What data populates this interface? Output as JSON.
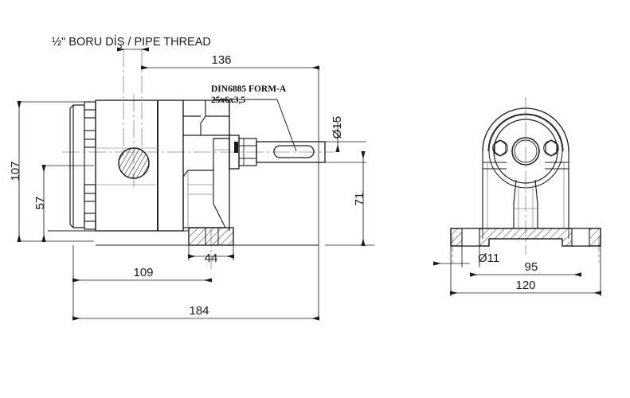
{
  "drawing": {
    "title": "Hydraulic gear pump dimensioned technical drawing",
    "line_color": "#1a1a1a",
    "hatch_color": "#1a1a1a",
    "center_line_color": "#808080",
    "background": "#ffffff"
  },
  "labels": {
    "pipe_thread": "½\" BORU DİŞ / PIPE THREAD",
    "keyway_note_line1": "DIN6885 FORM-A",
    "keyway_note_line2": "25x6x3,5"
  },
  "dimensions": {
    "side_view": [
      {
        "name": "overall-height",
        "value": "107",
        "orientation": "vertical"
      },
      {
        "name": "shaft-center-height",
        "value": "57",
        "orientation": "vertical"
      },
      {
        "name": "thread-to-shaft-length",
        "value": "136",
        "orientation": "horizontal"
      },
      {
        "name": "shaft-diameter",
        "value": "Ø15",
        "orientation": "vertical"
      },
      {
        "name": "base-to-shaft-center",
        "value": "71",
        "orientation": "vertical"
      },
      {
        "name": "bracket-width",
        "value": "44",
        "orientation": "horizontal"
      },
      {
        "name": "body-to-bracket-length",
        "value": "109",
        "orientation": "horizontal"
      },
      {
        "name": "overall-length",
        "value": "184",
        "orientation": "horizontal"
      }
    ],
    "front_view": [
      {
        "name": "mounting-hole-diameter",
        "value": "Ø11",
        "orientation": "horizontal"
      },
      {
        "name": "mounting-hole-spacing",
        "value": "95",
        "orientation": "horizontal"
      },
      {
        "name": "base-width",
        "value": "120",
        "orientation": "horizontal"
      }
    ]
  },
  "values": {
    "d107": "107",
    "d57": "57",
    "d136": "136",
    "d15": "Ø15",
    "d71": "71",
    "d44": "44",
    "d109": "109",
    "d184": "184",
    "d11": "Ø11",
    "d95": "95",
    "d120": "120"
  }
}
